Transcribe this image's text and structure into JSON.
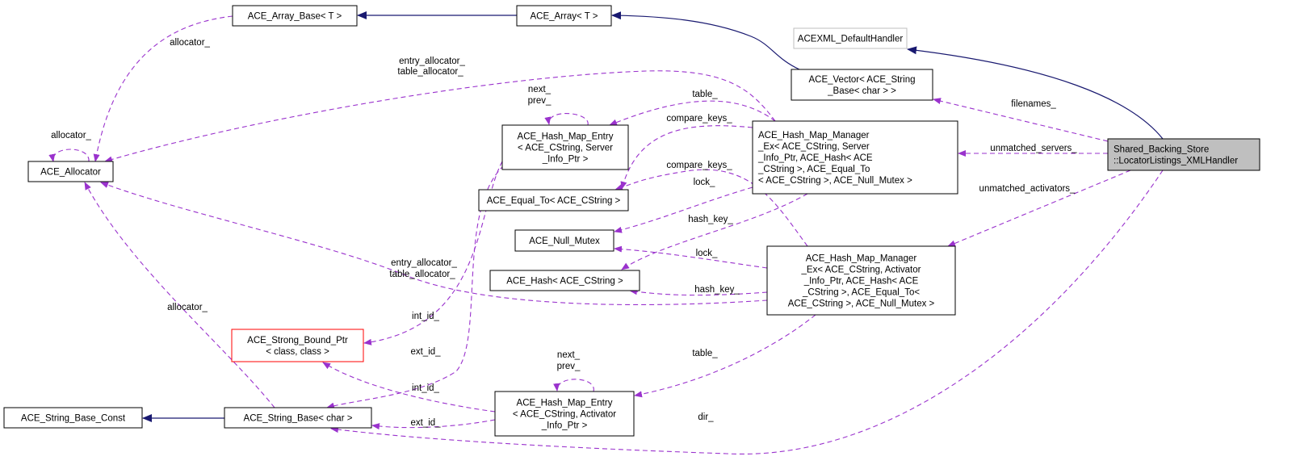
{
  "colors": {
    "usage_edge": "#9a32cd",
    "inheritance_edge": "#191970",
    "focus_fill": "#bfbfbf",
    "undocumented_border": "#bfbfbf",
    "truncated_border": "#ff0000"
  },
  "nodes": {
    "array_base": [
      "ACE_Array_Base< T >"
    ],
    "array": [
      "ACE_Array< T >"
    ],
    "default_handler": [
      "ACEXML_DefaultHandler"
    ],
    "vector": [
      "ACE_Vector< ACE_String",
      "_Base< char > >"
    ],
    "main": [
      "Shared_Backing_Store",
      "::LocatorListings_XMLHandler"
    ],
    "hmm_server": [
      "ACE_Hash_Map_Manager",
      "_Ex< ACE_CString, Server",
      "_Info_Ptr, ACE_Hash< ACE",
      "_CString >, ACE_Equal_To",
      "< ACE_CString >, ACE_Null_Mutex >"
    ],
    "allocator": [
      "ACE_Allocator"
    ],
    "hme_server": [
      "ACE_Hash_Map_Entry",
      "< ACE_CString, Server",
      "_Info_Ptr >"
    ],
    "equal_to": [
      "ACE_Equal_To< ACE_CString >"
    ],
    "null_mutex": [
      "ACE_Null_Mutex"
    ],
    "hash": [
      "ACE_Hash< ACE_CString >"
    ],
    "hmm_activator": [
      "ACE_Hash_Map_Manager",
      "_Ex< ACE_CString, Activator",
      "_Info_Ptr, ACE_Hash< ACE",
      "_CString >, ACE_Equal_To<",
      "ACE_CString >, ACE_Null_Mutex >"
    ],
    "strong_bound_ptr": [
      "ACE_Strong_Bound_Ptr",
      "< class, class >"
    ],
    "hme_activator": [
      "ACE_Hash_Map_Entry",
      "< ACE_CString, Activator",
      "_Info_Ptr >"
    ],
    "string_base_const": [
      "ACE_String_Base_Const"
    ],
    "string_base": [
      "ACE_String_Base< char >"
    ]
  },
  "edge_labels": {
    "array_base_allocator": [
      "allocator_"
    ],
    "allocator_self": [
      "allocator_"
    ],
    "hmm_server_allocators": [
      "entry_allocator_",
      "table_allocator_"
    ],
    "hme_server_self": [
      "next_",
      "prev_"
    ],
    "hmm_server_table": [
      "table_"
    ],
    "hmm_server_compare": [
      "compare_keys_"
    ],
    "hmm_activator_compare": [
      "compare_keys_"
    ],
    "hmm_server_lock": [
      "lock_"
    ],
    "hmm_server_hash": [
      "hash_key_"
    ],
    "hmm_activator_allocators": [
      "entry_allocator_",
      "table_allocator_"
    ],
    "hmm_activator_lock": [
      "lock_"
    ],
    "hmm_activator_hash": [
      "hash_key_"
    ],
    "string_base_allocator": [
      "allocator_"
    ],
    "hme_server_int_id": [
      "int_id_"
    ],
    "hme_server_ext_id": [
      "ext_id_"
    ],
    "hme_activator_self": [
      "next_",
      "prev_"
    ],
    "hme_activator_int_id": [
      "int_id_"
    ],
    "hme_activator_ext_id": [
      "ext_id_"
    ],
    "hmm_activator_table": [
      "table_"
    ],
    "dir": [
      "dir_"
    ],
    "filenames": [
      "filenames_"
    ],
    "unmatched_servers": [
      "unmatched_servers_"
    ],
    "unmatched_activators": [
      "unmatched_activators_"
    ]
  }
}
